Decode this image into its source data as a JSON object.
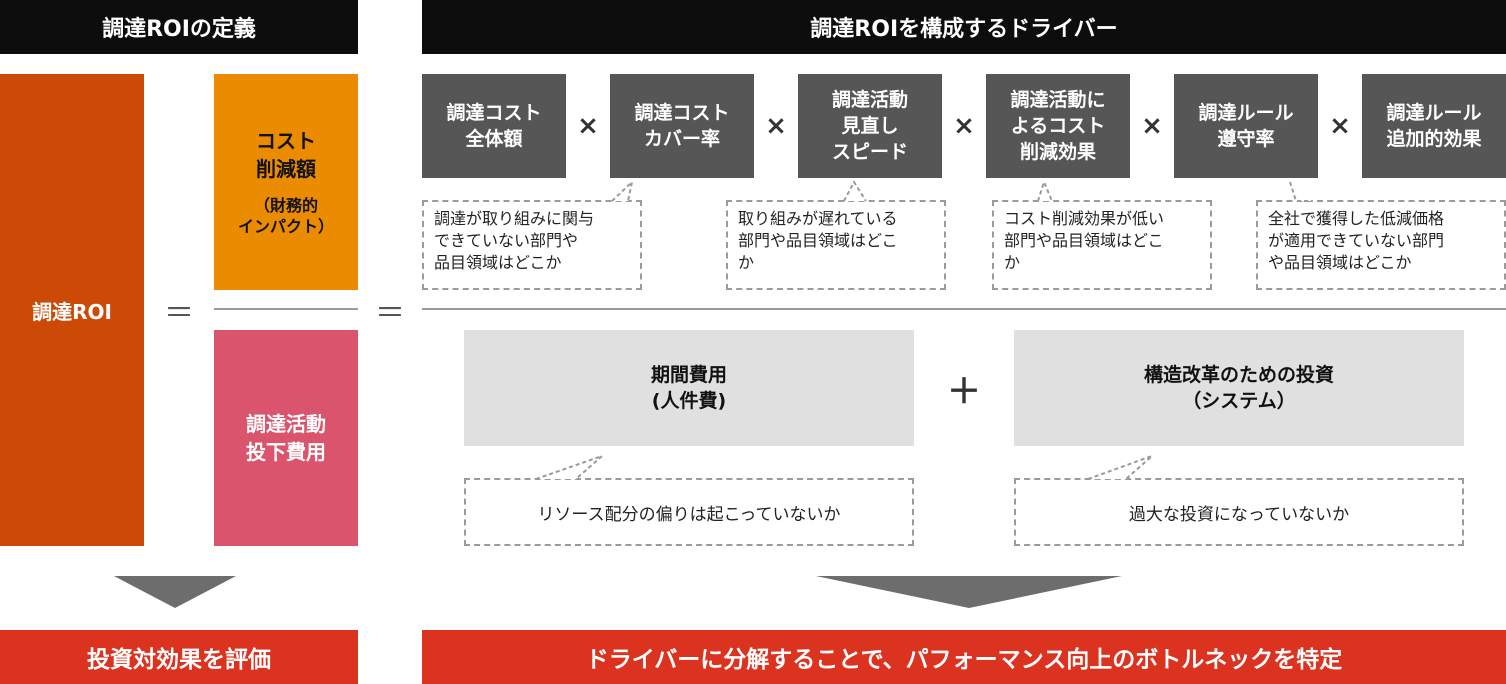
{
  "left_header": "調達ROIの定義",
  "right_header": "調達ROIを構成するドライバー",
  "roi_label": "調達ROI",
  "equals_1": "＝",
  "equals_2": "＝",
  "cost_reduction": {
    "main": "コスト\n削減額",
    "sub": "（財務的\nインパクト）"
  },
  "activity_spend": "調達活動\n投下費用",
  "drivers": [
    "調達コスト\n全体額",
    "調達コスト\nカバー率",
    "調達活動\n見直し\nスピード",
    "調達活動に\nよるコスト\n削減効果",
    "調達ルール\n遵守率",
    "調達ルール\n追加的効果"
  ],
  "multiply_symbol": "×",
  "driver_notes": [
    "調達が取り組みに関与\nできていない部門や\n品目領域はどこか",
    "取り組みが遅れている\n部門や品目領域はどこ\nか",
    "コスト削減効果が低い\n部門や品目領域はどこ\nか",
    "全社で獲得した低減価格\nが適用できていない部門\nや品目領域はどこか"
  ],
  "cost_items": [
    {
      "label": "期間費用\n(人件費)",
      "note": "リソース配分の偏りは起こっていないか"
    },
    {
      "label": "構造改革のための投資\n（システム）",
      "note": "過大な投資になっていないか"
    }
  ],
  "plus_symbol": "＋",
  "left_footer": "投資対効果を評価",
  "right_footer": "ドライバーに分解することで、パフォーマンス向上のボトルネックを特定",
  "colors": {
    "header_bg": "#0d0d0d",
    "roi": "#cc4a06",
    "cost_reduction": "#eb8b00",
    "activity_spend": "#d9546c",
    "driver_box": "#565656",
    "cost_box": "#e0e0e0",
    "footer": "#dc3320",
    "arrow": "#6d6d6d"
  }
}
